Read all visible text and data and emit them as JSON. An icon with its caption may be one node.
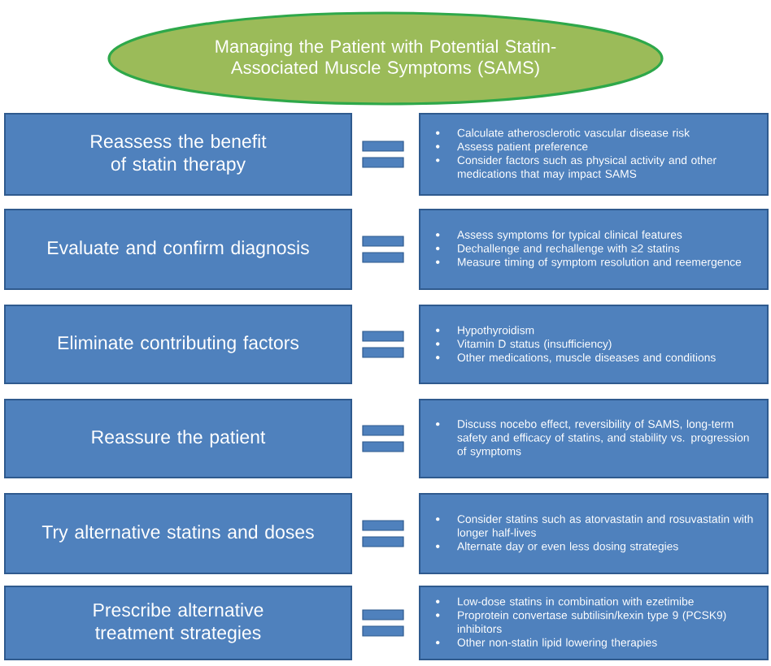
{
  "diagram": {
    "nodes": [
      {
        "text": [
          "Managing the Patient with Potential Statin-Associated Muscle Symptoms (SAMS)"
        ]
      },
      {
        "text": [
          "Reassess the benefit of statin therapy"
        ]
      },
      {
        "text": [
          "Calculate atherosclerotic vascular disease risk",
          "Assess patient preference",
          "Consider factors such as physical activity and other medications that may impact SAMS"
        ]
      },
      {
        "text": [
          "Evaluate and confirm diagnosis"
        ]
      },
      {
        "text": [
          "Assess symptoms for typical clinical features",
          "Dechallenge and rechallenge with ≥2 statins",
          "Measure timing of symptom resolution and reemergence"
        ]
      },
      {
        "text": [
          "Eliminate contributing factors"
        ]
      },
      {
        "text": [
          "Hypothyroidism",
          "Vitamin D status (insufficiency)",
          "Other medications, muscle diseases and conditions"
        ]
      },
      {
        "text": [
          "Reassure the patient"
        ]
      },
      {
        "text": [
          "Discuss nocebo effect, reversibility of SAMS, long-term safety and efficacy of statins, and stability vs. progression of symptoms"
        ]
      },
      {
        "text": [
          "Try alternative statins and doses"
        ]
      },
      {
        "text": [
          "Consider statins such as atorvastatin and rosuvastatin with longer half-lives",
          "Alternate day or even less dosing strategies"
        ]
      },
      {
        "text": [
          "Prescribe alternative treatment strategies"
        ]
      },
      {
        "text": [
          "Low-dose statins in combination with ezetimibe",
          "Proprotein convertase subtilisin/kexin type 9 (PCSK9) inhibitors",
          "Other non-statin lipid lowering therapies"
        ]
      }
    ]
  }
}
